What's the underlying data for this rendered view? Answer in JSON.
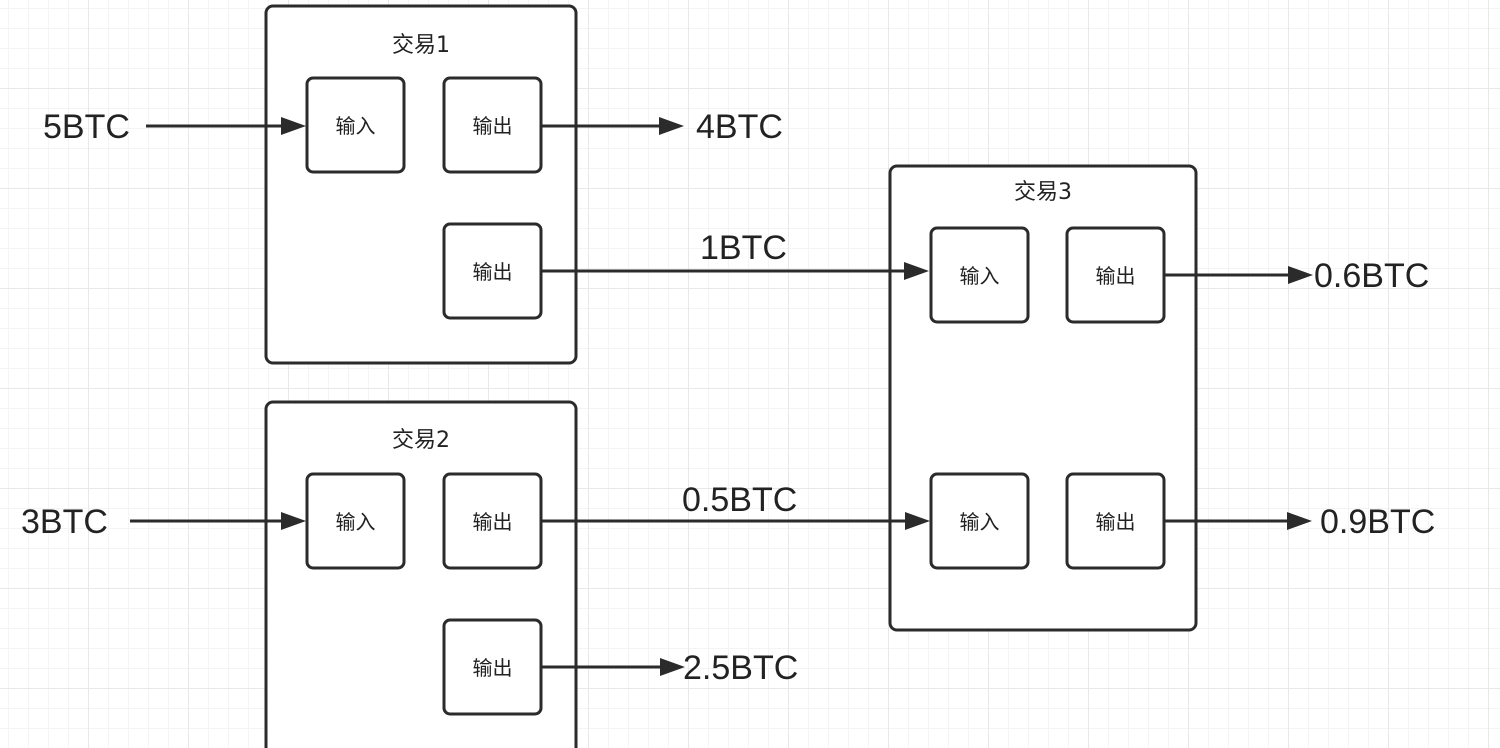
{
  "transactions": [
    {
      "id": "tx1",
      "title": "交易1"
    },
    {
      "id": "tx2",
      "title": "交易2"
    },
    {
      "id": "tx3",
      "title": "交易3"
    }
  ],
  "ports": {
    "input": "输入",
    "output": "输出"
  },
  "amounts": {
    "tx1_in": "5BTC",
    "tx1_out_a": "4BTC",
    "tx1_to_tx3": "1BTC",
    "tx2_in": "3BTC",
    "tx2_to_tx3": "0.5BTC",
    "tx2_out_b": "2.5BTC",
    "tx3_out_a": "0.6BTC",
    "tx3_out_b": "0.9BTC"
  },
  "colors": {
    "stroke": "#2b2b2b",
    "background": "#ffffff",
    "grid": "#e8e8e8"
  }
}
